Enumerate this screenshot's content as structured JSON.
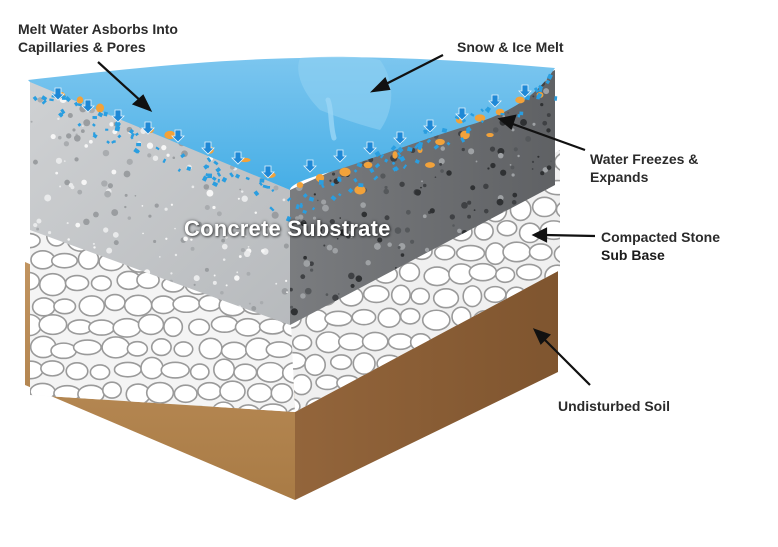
{
  "labels": {
    "melt_water_line1": "Melt Water Asborbs Into",
    "melt_water_line2": "Capillaries & Pores",
    "snow_ice_melt": "Snow & Ice Melt",
    "water_freezes_line1": "Water Freezes &",
    "water_freezes_line2": "Expands",
    "compacted_stone_line1": "Compacted Stone",
    "compacted_stone_line2": "Sub Base",
    "undisturbed_soil": "Undisturbed Soil",
    "concrete_substrate": "Concrete Substrate"
  },
  "colors": {
    "water": "#5bb8ea",
    "water_drops": "#2a9ee0",
    "freeze_spots": "#f2a23a",
    "concrete_left": "#c4c6c8",
    "concrete_right": "#6f7174",
    "stone_fill": "#ffffff",
    "stone_outline": "#9a9a9a",
    "soil_front": "#b98a52",
    "soil_right": "#8b5e36"
  }
}
